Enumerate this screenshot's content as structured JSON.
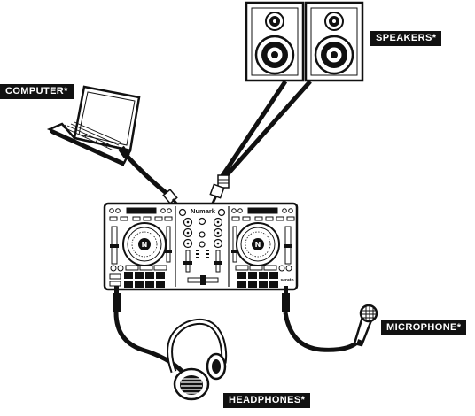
{
  "labels": {
    "computer": "COMPUTER*",
    "speakers": "SPEAKERS*",
    "microphone": "MICROPHONE*",
    "headphones": "HEADPHONES*"
  },
  "controller": {
    "brand": "Numark",
    "logo": "serato"
  },
  "colors": {
    "ink": "#111111",
    "paper": "#ffffff",
    "label_bg": "#111111",
    "label_text": "#ffffff"
  },
  "icons": [
    "laptop-icon",
    "speaker-icon",
    "dj-controller-icon",
    "headphones-icon",
    "microphone-icon"
  ]
}
